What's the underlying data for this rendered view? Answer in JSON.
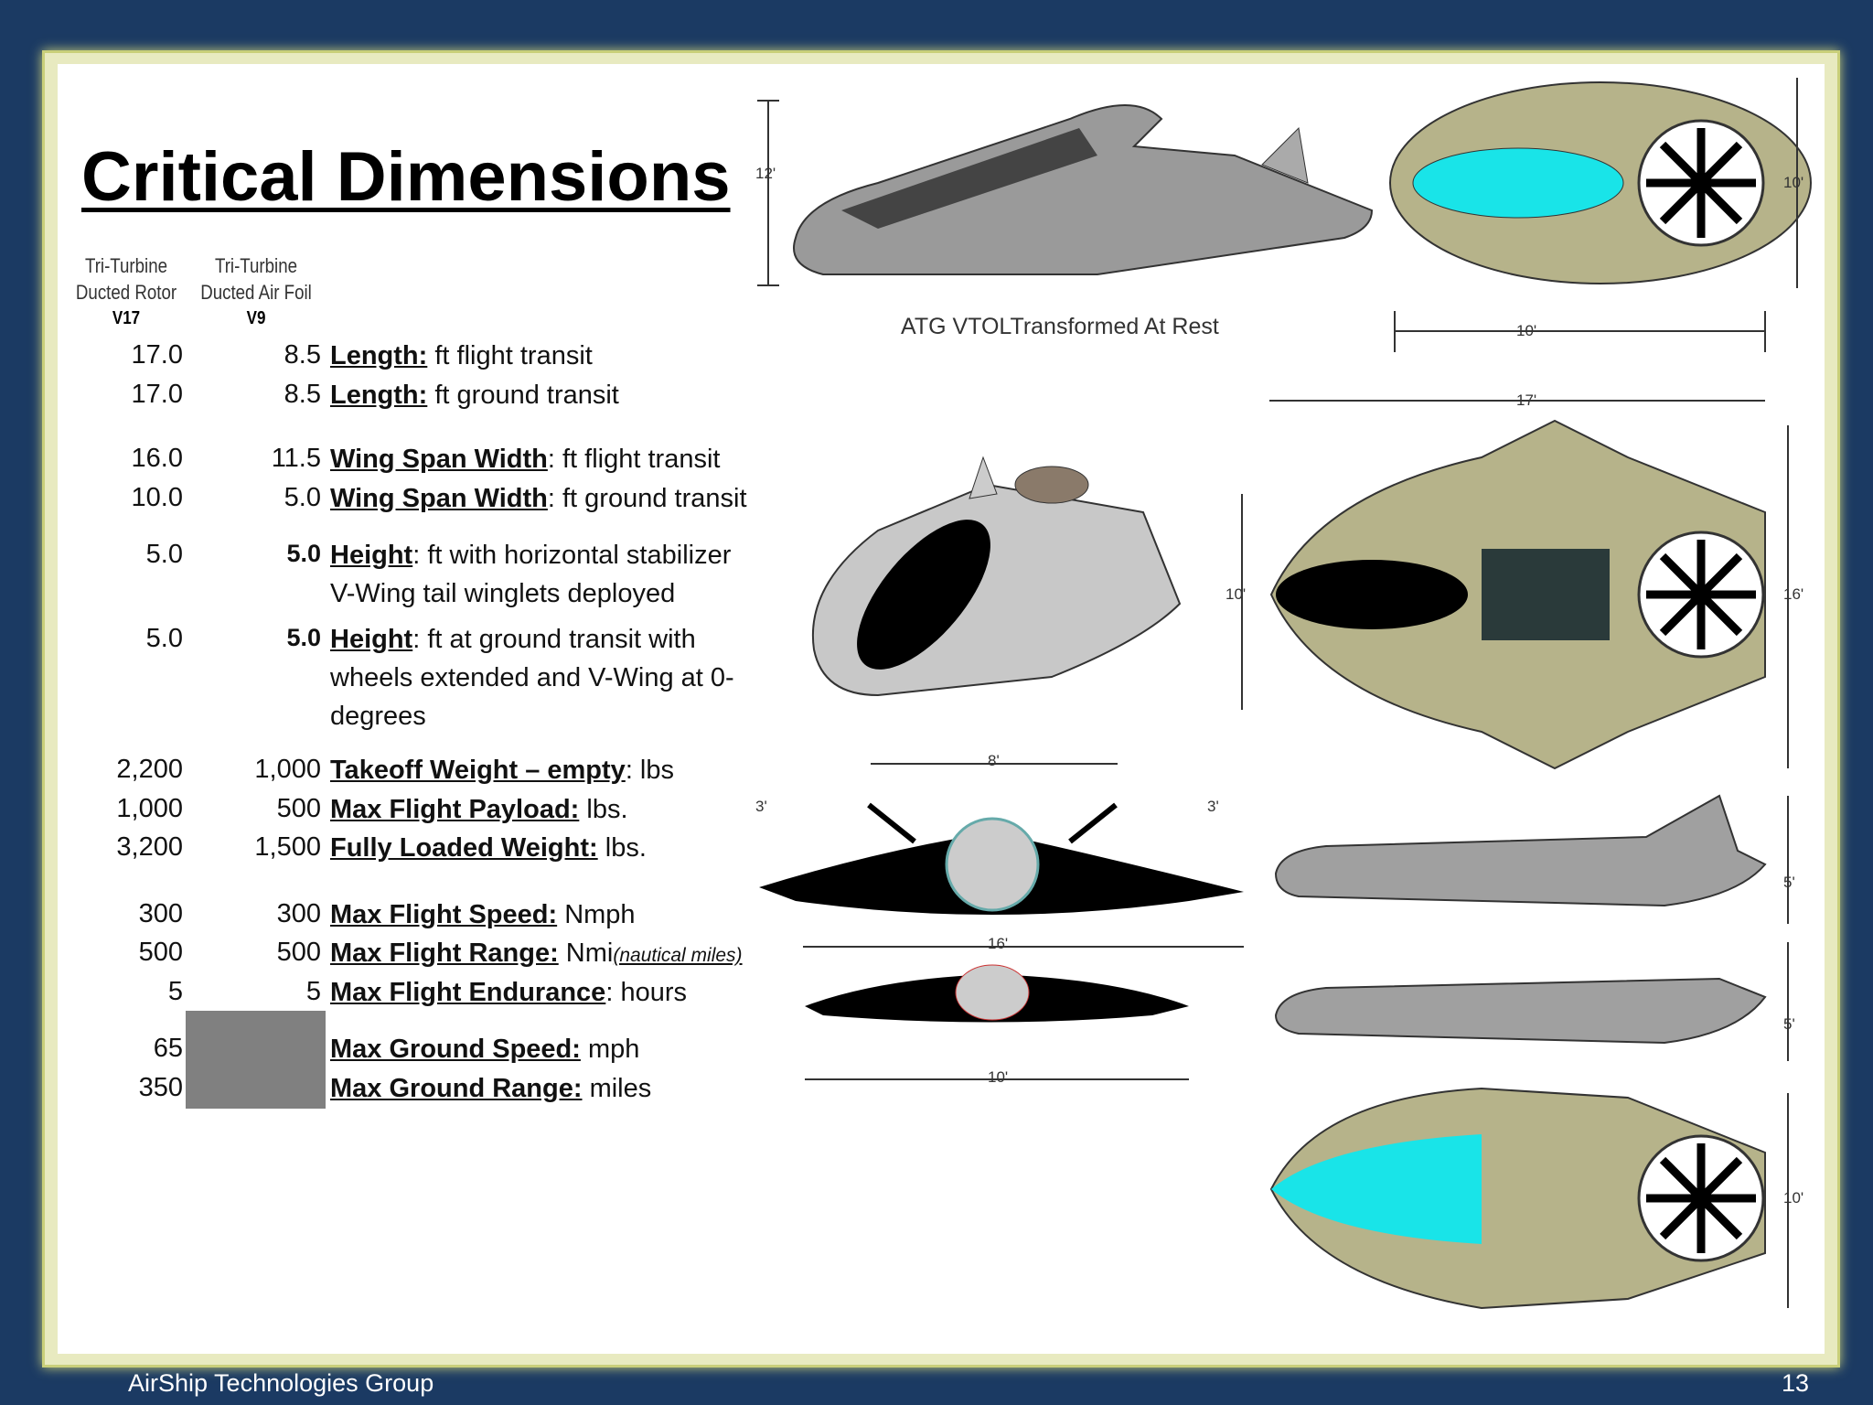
{
  "slide": {
    "title": "Critical Dimensions",
    "footer_left": "AirShip Technologies Group",
    "page_number": "13"
  },
  "columns": [
    {
      "line1": "Tri-Turbine",
      "line2": "Ducted Rotor",
      "code": "V17"
    },
    {
      "line1": "Tri-Turbine",
      "line2": "Ducted Air Foil",
      "code": "V9"
    }
  ],
  "rows": [
    {
      "v17": "17.0",
      "v9": "8.5",
      "label": "Length:",
      "desc": "  ft flight transit"
    },
    {
      "v17": "17.0",
      "v9": "8.5",
      "label": "Length:",
      "desc": "  ft ground transit"
    },
    {
      "v17": "16.0",
      "v9": "11.5",
      "label": "Wing Span Width",
      "desc": ": ft flight transit"
    },
    {
      "v17": "10.0",
      "v9": "5.0",
      "label": "Wing Span Width",
      "desc": ": ft ground transit"
    },
    {
      "v17": "5.0",
      "v9": "5.0",
      "label": "Height",
      "desc": ":  ft with horizontal stabilizer V-Wing tail winglets deployed"
    },
    {
      "v17": "5.0",
      "v9": "5.0",
      "label": "Height",
      "desc": ":  ft at ground transit with wheels extended  and V-Wing at 0-degrees"
    },
    {
      "v17": "2,200",
      "v9": "1,000",
      "label": "Takeoff Weight – empty",
      "desc": ": lbs"
    },
    {
      "v17": "1,000",
      "v9": "500",
      "label": "Max Flight Payload:",
      "desc": " lbs."
    },
    {
      "v17": "3,200",
      "v9": "1,500",
      "label": "Fully Loaded Weight:",
      "desc": " lbs."
    },
    {
      "v17": "300",
      "v9": "300",
      "label": "Max Flight Speed:",
      "desc": "  Nmph"
    },
    {
      "v17": "500",
      "v9": "500",
      "label": "Max Flight Range:",
      "desc": "  Nmi",
      "note": "(nautical miles)"
    },
    {
      "v17": "5",
      "v9": "5",
      "label": "Max Flight Endurance",
      "desc": ": hours"
    },
    {
      "v17": "65",
      "v9": "",
      "label": "Max Ground Speed:",
      "desc": " mph"
    },
    {
      "v17": "350",
      "v9": "",
      "label": "Max Ground Range:",
      "desc": " miles"
    }
  ],
  "figure": {
    "caption": "ATG VTOLTransformed At Rest",
    "dims": {
      "d12": "12'",
      "d10a": "10'",
      "d10b": "10'",
      "d17": "17'",
      "d16": "16'",
      "d10c": "10'",
      "d8": "8'",
      "d3a": "3'",
      "d3b": "3'",
      "d16b": "16'",
      "d10d": "10'",
      "d5a": "5'",
      "d5b": "5'",
      "d10e": "10'"
    }
  }
}
